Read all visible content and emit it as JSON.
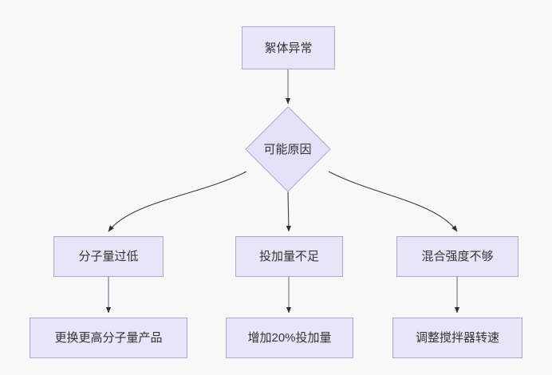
{
  "diagram": {
    "type": "flowchart",
    "direction": "top-down",
    "background_color": "#f8f8f9",
    "node_fill_color": "#e8e5f8",
    "node_border_color": "#b3a3d4",
    "edge_color": "#333333",
    "connector_color": "#8a8a9e",
    "text_color": "#333333",
    "nodes": [
      {
        "id": "top",
        "label": "絮体异常",
        "shape": "rectangle"
      },
      {
        "id": "decision",
        "label": "可能原因",
        "shape": "diamond"
      },
      {
        "id": "cause1",
        "label": "分子量过低",
        "shape": "rectangle"
      },
      {
        "id": "cause2",
        "label": "投加量不足",
        "shape": "rectangle"
      },
      {
        "id": "cause3",
        "label": "混合强度不够",
        "shape": "rectangle"
      },
      {
        "id": "action1",
        "label": "更换更高分子量产品",
        "shape": "rectangle"
      },
      {
        "id": "action2",
        "label": "增加20%投加量",
        "shape": "rectangle"
      },
      {
        "id": "action3",
        "label": "调整搅拌器转速",
        "shape": "rectangle"
      }
    ],
    "edges": [
      {
        "from": "top",
        "to": "decision",
        "style": "straight"
      },
      {
        "from": "decision",
        "to": "cause1",
        "style": "curved"
      },
      {
        "from": "decision",
        "to": "cause2",
        "style": "curved"
      },
      {
        "from": "decision",
        "to": "cause3",
        "style": "curved"
      },
      {
        "from": "cause1",
        "to": "action1",
        "style": "straight"
      },
      {
        "from": "cause2",
        "to": "action2",
        "style": "straight"
      },
      {
        "from": "cause3",
        "to": "action3",
        "style": "straight"
      }
    ]
  }
}
